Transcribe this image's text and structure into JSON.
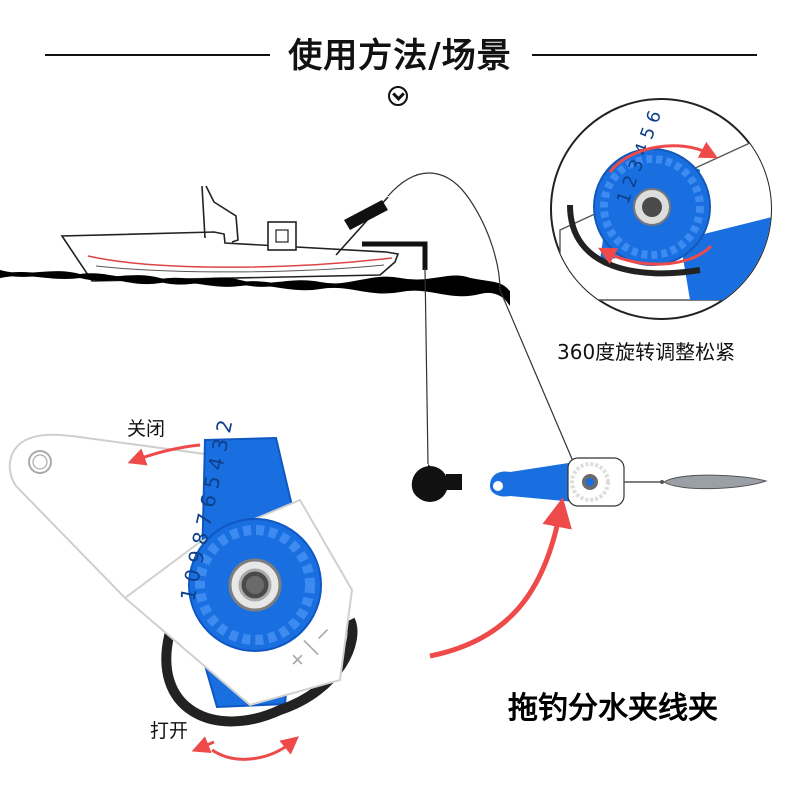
{
  "header": {
    "title": "使用方法/场景",
    "icon": "chevron-down-circle-icon"
  },
  "labels": {
    "rotate_caption": "360度旋转调整松紧",
    "close_label": "关闭",
    "open_label": "打开",
    "product_name": "拖钓分水夹线夹"
  },
  "dial": {
    "top_numbers": [
      "1",
      "2",
      "3",
      "4",
      "5",
      "6"
    ],
    "bottom_numbers": [
      "2",
      "6",
      "8",
      "0",
      "6",
      "7"
    ],
    "main_numbers": [
      "0",
      "1",
      "2",
      "3",
      "4",
      "5",
      "6",
      "7",
      "8",
      "9"
    ]
  },
  "colors": {
    "blue": "#1a6fe0",
    "red": "#ee4a4a",
    "white": "#ffffff",
    "black": "#111111"
  }
}
